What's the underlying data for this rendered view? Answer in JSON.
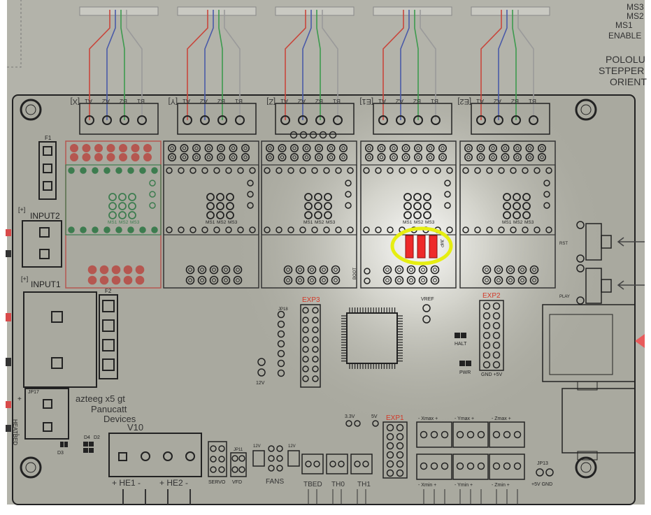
{
  "colors": {
    "canvas": "#b3b3aa",
    "board": "#a9a99f",
    "outline": "#1f1f1f",
    "wire_red": "#c8463c",
    "wire_blue": "#4a5aa8",
    "wire_green": "#3d9a4e",
    "wire_gray": "#9a9a9a",
    "pin_red": "#b55750",
    "pin_green": "#3d7c4f",
    "jumper_red": "#ee2a2a",
    "highlight_ring": "#e6ee11",
    "silk_red": "#d23a2a"
  },
  "header_right": {
    "pins": [
      "MS3",
      "MS2",
      "MS1",
      "ENABLE"
    ],
    "caption": [
      "POLOLU",
      "STEPPER",
      "ORIENT"
    ]
  },
  "motor_connectors": [
    {
      "name": "[X]",
      "pins": [
        "A1",
        "A2",
        "B2",
        "B1"
      ]
    },
    {
      "name": "[Y]",
      "pins": [
        "A1",
        "A2",
        "B2",
        "B1"
      ]
    },
    {
      "name": "[Z]",
      "pins": [
        "A1",
        "A2",
        "B2",
        "B1"
      ]
    },
    {
      "name": "[E1]",
      "pins": [
        "A1",
        "A2",
        "B2",
        "B1"
      ]
    },
    {
      "name": "[E2]",
      "pins": [
        "A1",
        "A2",
        "B2",
        "B1"
      ]
    }
  ],
  "driver_ms_labels": [
    "MS1",
    "MS2",
    "MS3"
  ],
  "labels": {
    "input2": "INPUT2",
    "input1": "INPUT1",
    "f1": "F1",
    "f2": "F2",
    "jp17": "JP17",
    "jp13": "JP13",
    "jp11": "JP11",
    "jp18": "JP18",
    "jmp_tag": "JMP",
    "boot": "BOOT",
    "vref": "VREF",
    "halt": "HALT",
    "pwr": "PWR",
    "rst": "RST",
    "play": "PLAY",
    "exp1": "EXP1",
    "exp2": "EXP2",
    "exp3": "EXP3",
    "plus_12v": "12V",
    "plus": "+",
    "minus": "-",
    "heat_bed": "HEATBED",
    "d2": "D2",
    "d3": "D3",
    "d4": "D4",
    "v3_3": "3.3V",
    "v5": "5V",
    "gnd_5v": "GND +5V",
    "plus5v_gnd": "+5V GND"
  },
  "brand": [
    "azteeg x5 gt",
    "Panucatt",
    "Devices",
    "V10"
  ],
  "heater_labels": [
    "+ HE1 -",
    "+ HE2 -"
  ],
  "bottom_labels": {
    "servo": "SERVO",
    "vfd": "VFD",
    "fans": "FANS",
    "thermistors": [
      "TBED",
      "TH0",
      "TH1"
    ]
  },
  "endstop_labels_top": [
    "- Xmax +",
    "- Ymax +",
    "- Zmax +"
  ],
  "endstop_labels_bottom": [
    "- Xmin +",
    "- Ymin +",
    "- Zmin +"
  ]
}
